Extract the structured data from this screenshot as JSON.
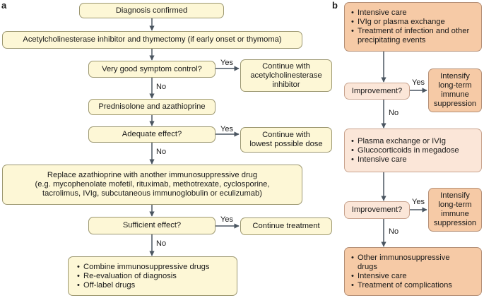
{
  "panel_a": {
    "label": "a",
    "diagnosis": "Diagnosis confirmed",
    "ache": "Acetylcholinesterase inhibitor and thymectomy (if early onset or thymoma)",
    "q1": "Very good symptom control?",
    "q1_yes_result": [
      "Continue with",
      "acetylcholinesterase",
      "inhibitor"
    ],
    "predniso": "Prednisolone and azathioprine",
    "q2": "Adequate effect?",
    "q2_yes_result": [
      "Continue with",
      "lowest possible dose"
    ],
    "replace": [
      "Replace azathioprine with another immunosuppressive drug",
      "(e.g. mycophenolate mofetil, rituximab, methotrexate, cyclosporine,",
      "tacrolimus, IVIg, subcutaneous immunoglobulin or eculizumab)"
    ],
    "q3": "Sufficient effect?",
    "q3_yes_result": "Continue treatment",
    "final": [
      "Combine immunosuppressive drugs",
      "Re-evaluation of diagnosis",
      "Off-label drugs"
    ]
  },
  "panel_b": {
    "label": "b",
    "box1": [
      "Intensive care",
      "IVIg or plasma exchange",
      "Treatment of infection and other precipitating events"
    ],
    "q1": "Improvement?",
    "q1_yes_result": [
      "Intensify",
      "long-term",
      "immune",
      "suppression"
    ],
    "box2": [
      "Plasma exchange or IVIg",
      "Glucocorticoids in megadose",
      "Intensive care"
    ],
    "q2": "Improvement?",
    "q2_yes_result": [
      "Intensify",
      "long-term",
      "immune",
      "suppression"
    ],
    "box3": [
      "Other immunosuppressive drugs",
      "Intensive care",
      "Treatment of complications"
    ]
  },
  "labels": {
    "yes": "Yes",
    "no": "No"
  },
  "colors": {
    "yellow_box": "#fdf7d6",
    "orange_box": "#f6caa6",
    "pink_box": "#fbe6d8",
    "arrow": "#4a5560"
  }
}
